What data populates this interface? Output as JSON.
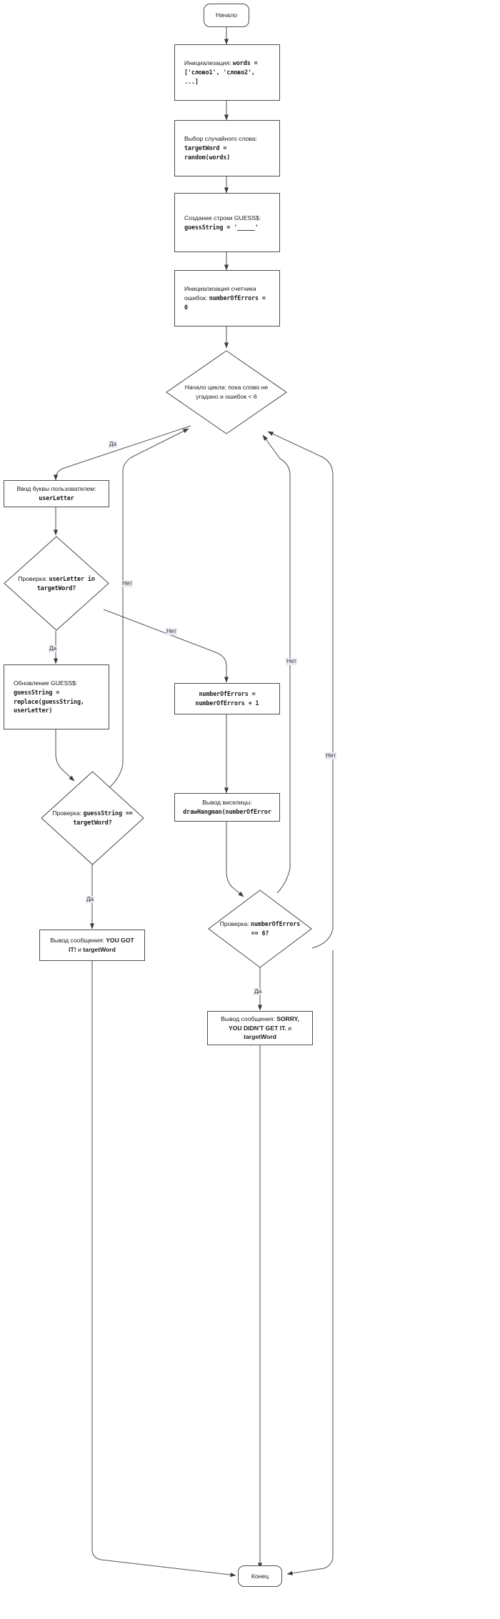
{
  "diagram": {
    "title": "Блок-схема игры Виселица",
    "language": "ru",
    "stroke_color": "#4d4d4d",
    "text_color": "#1a1a1a",
    "label_bg_color": "#eceaf4",
    "background": "#ffffff"
  },
  "nodes": {
    "start": {
      "shape": "terminator",
      "label": "Начало"
    },
    "init_words": {
      "shape": "process",
      "line1": "Инициализация: ",
      "code1": "words =",
      "code2": "['слово1', 'слово2',",
      "code3": "...]"
    },
    "pick_word": {
      "shape": "process",
      "line1": "Выбор случайного слова:",
      "code1": "targetWord =",
      "code2": "random(words)"
    },
    "make_guess": {
      "shape": "process",
      "line1": "Создание строки GUESS$:",
      "code1": "guessString = '_____'"
    },
    "init_errors": {
      "shape": "process",
      "line1": "Инициализация счетчика",
      "line2": "ошибок: ",
      "code1": "numberOfErrors =",
      "code2": "0"
    },
    "loop_cond": {
      "shape": "decision",
      "line1": "Начало цикла: пока слово не",
      "line2": "угадано и ошибок < 6"
    },
    "user_input": {
      "shape": "process",
      "line1": "Ввод буквы пользователем:",
      "code1": "userLetter"
    },
    "check_letter": {
      "shape": "decision",
      "line1": "Проверка: ",
      "code1": "userLetter in",
      "code2": "targetWord?"
    },
    "update_guess": {
      "shape": "process",
      "line1": "Обновление GUESS$:",
      "code1": "guessString =",
      "code2": "replace(guessString,",
      "code3": "userLetter)"
    },
    "inc_errors": {
      "shape": "process",
      "code1": "numberOfErrors =",
      "code2": "numberOfErrors + 1"
    },
    "check_win": {
      "shape": "decision",
      "line1": "Проверка: ",
      "code1": "guessString ==",
      "code2": "targetWord?"
    },
    "draw_hangman": {
      "shape": "process",
      "line1": "Вывод виселицы:",
      "code1": "drawHangman(numberOfError"
    },
    "msg_win": {
      "shape": "process",
      "line1": "Вывод сообщения: ",
      "bold1": "YOU GOT",
      "bold2": "IT!",
      "mid": " и ",
      "bold3": "targetWord"
    },
    "check_lose": {
      "shape": "decision",
      "line1": "Проверка: ",
      "code1": "numberOfErrors",
      "code2": "==  6?"
    },
    "msg_lose": {
      "shape": "process",
      "line1": "Вывод сообщения: ",
      "bold1": "SORRY,",
      "bold2": "YOU DIDN'T GET IT.",
      "mid": " и ",
      "bold3": "targetWord"
    },
    "end": {
      "shape": "terminator",
      "label": "Конец"
    }
  },
  "edge_labels": {
    "loop_yes": "Да",
    "letter_no_upper": "Нет",
    "letter_no_lower": "Нет",
    "letter_yes": "Да",
    "win_no_right": "Нет",
    "lose_no_far": "Нет",
    "win_yes": "Да",
    "lose_yes": "Да"
  }
}
